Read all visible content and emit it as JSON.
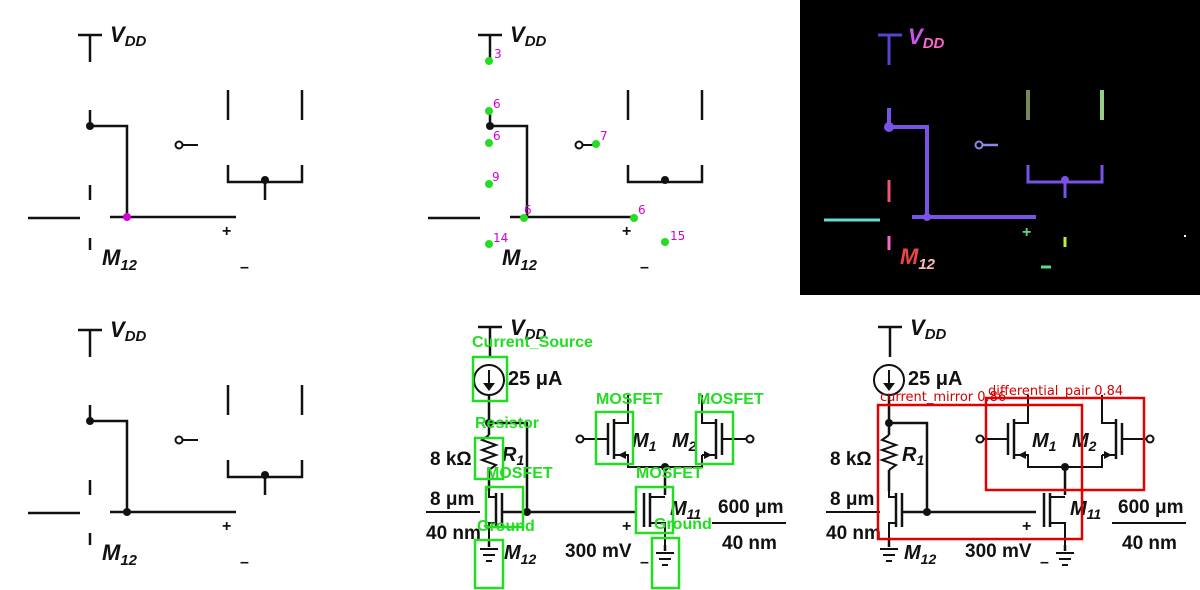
{
  "labels": {
    "vdd": "V",
    "vdd_sub": "DD",
    "m12": "M",
    "m12_sub": "12",
    "m1": "M",
    "m1_sub": "1",
    "m2": "M",
    "m2_sub": "2",
    "m11": "M",
    "m11_sub": "11",
    "r1": "R",
    "r1_sub": "1",
    "plus": "+",
    "minus": "–",
    "current": "25 μA",
    "resistance": "8 kΩ",
    "w_small": "8 μm",
    "l_small": "40 nm",
    "w_large": "600 μm",
    "l_large": "40 nm",
    "voltage": "300 mV"
  },
  "point_numbers": [
    "3",
    "6",
    "6",
    "9",
    "14",
    "7",
    "6",
    "6",
    "15"
  ],
  "detections": {
    "current_source": "Current_Source",
    "resistor": "Resistor",
    "mosfet": "MOSFET",
    "ground": "Ground"
  },
  "groups": {
    "current_mirror": "current_mirror 0.86",
    "differential_pair": "differential_pair 0.84"
  },
  "colors": {
    "keypoint": "#22dd22",
    "point_label": "#d400d4",
    "detection": "#22dd22",
    "group": "#e00000",
    "seg_background": "#000000",
    "seg_purple": "#7b52e8",
    "seg_pink": "#ff66cc",
    "seg_teal": "#66ddcc",
    "seg_red": "#ee4444",
    "seg_olive": "#778855",
    "seg_green": "#55dd88"
  }
}
